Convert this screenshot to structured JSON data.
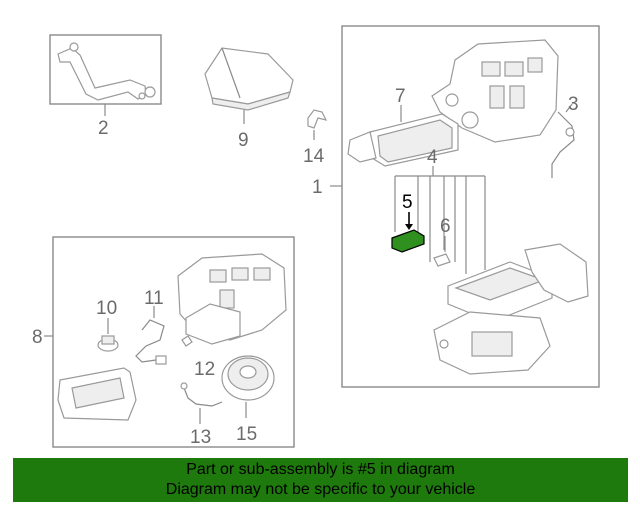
{
  "callouts": {
    "c1": "1",
    "c2": "2",
    "c3": "3",
    "c4": "4",
    "c5": "5",
    "c6": "6",
    "c7": "7",
    "c8": "8",
    "c9": "9",
    "c10": "10",
    "c11": "11",
    "c12": "12",
    "c13": "13",
    "c14": "14",
    "c15": "15"
  },
  "highlight_part": "5",
  "banner": {
    "line1": "Part or sub-assembly is #5 in diagram",
    "line2": "Diagram may not be specific to your vehicle",
    "bg_color": "#1e7a0c"
  },
  "colors": {
    "highlight_fill": "#2f8f1f",
    "line_gray": "#8a8a8a"
  }
}
